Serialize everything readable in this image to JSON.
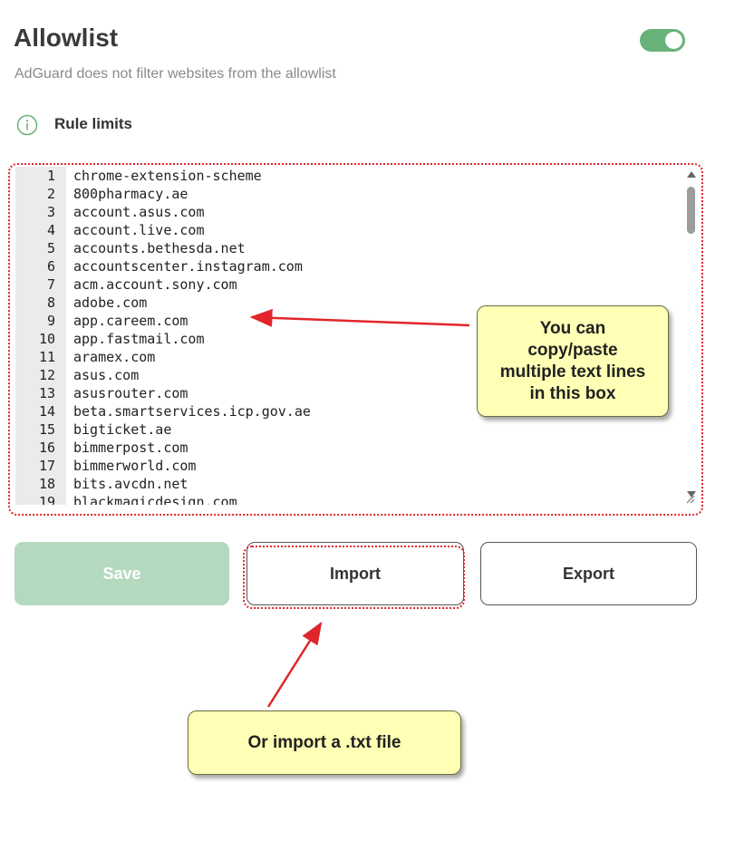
{
  "header": {
    "title": "Allowlist",
    "subtitle": "AdGuard does not filter websites from the allowlist",
    "toggle_on": true
  },
  "rule_limits": {
    "label": "Rule limits",
    "icon": "info-circle-icon"
  },
  "editor": {
    "lines": [
      {
        "num": "1",
        "text": "chrome-extension-scheme"
      },
      {
        "num": "2",
        "text": "800pharmacy.ae"
      },
      {
        "num": "3",
        "text": "account.asus.com"
      },
      {
        "num": "4",
        "text": "account.live.com"
      },
      {
        "num": "5",
        "text": "accounts.bethesda.net"
      },
      {
        "num": "6",
        "text": "accountscenter.instagram.com"
      },
      {
        "num": "7",
        "text": "acm.account.sony.com"
      },
      {
        "num": "8",
        "text": "adobe.com"
      },
      {
        "num": "9",
        "text": "app.careem.com"
      },
      {
        "num": "10",
        "text": "app.fastmail.com"
      },
      {
        "num": "11",
        "text": "aramex.com"
      },
      {
        "num": "12",
        "text": "asus.com"
      },
      {
        "num": "13",
        "text": "asusrouter.com"
      },
      {
        "num": "14",
        "text": "beta.smartservices.icp.gov.ae"
      },
      {
        "num": "15",
        "text": "bigticket.ae"
      },
      {
        "num": "16",
        "text": "bimmerpost.com"
      },
      {
        "num": "17",
        "text": "bimmerworld.com"
      },
      {
        "num": "18",
        "text": "bits.avcdn.net"
      },
      {
        "num": "19",
        "text": "blackmagicdesign.com"
      }
    ]
  },
  "buttons": {
    "save": "Save",
    "import": "Import",
    "export": "Export"
  },
  "callouts": {
    "paste_lines": [
      "You can",
      "copy/paste",
      "multiple text lines",
      "in this box"
    ],
    "import_hint": "Or import a .txt file"
  },
  "colors": {
    "accent": "#67b279",
    "save_disabled": "#b4d9bf",
    "annotation_red": "#e0262b",
    "callout_bg": "#ffffb5"
  }
}
